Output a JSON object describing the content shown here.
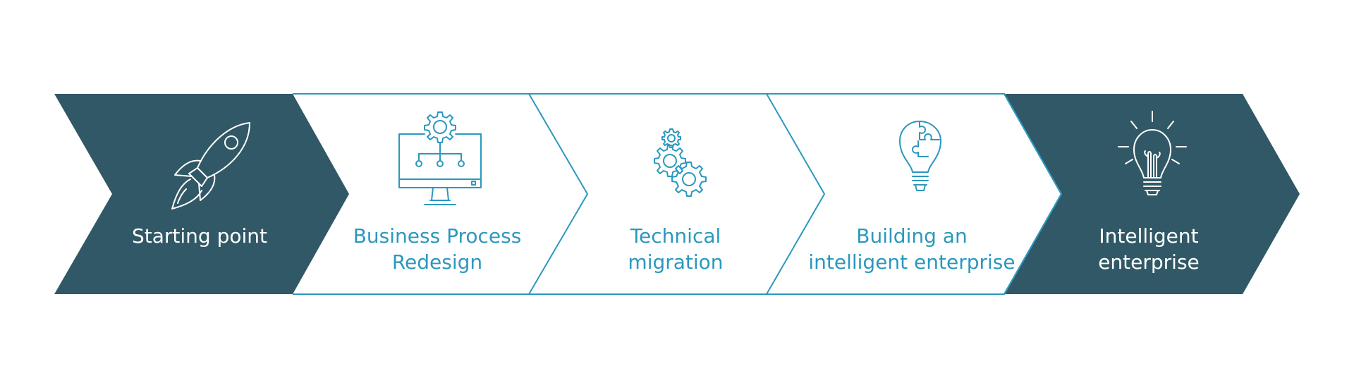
{
  "colors": {
    "dark": "#315866",
    "accent": "#2b98be",
    "light_text": "#ffffff",
    "background": "#ffffff"
  },
  "steps": [
    {
      "lines": [
        "Starting point"
      ],
      "icon": "rocket-icon",
      "style": "dark"
    },
    {
      "lines": [
        "Business Process",
        "Redesign"
      ],
      "icon": "monitor-gear-network-icon",
      "style": "outline"
    },
    {
      "lines": [
        "Technical",
        "migration"
      ],
      "icon": "gears-icon",
      "style": "outline"
    },
    {
      "lines": [
        "Building an",
        "intelligent enterprise"
      ],
      "icon": "lightbulb-puzzle-icon",
      "style": "outline"
    },
    {
      "lines": [
        "Intelligent",
        "enterprise"
      ],
      "icon": "lightbulb-icon",
      "style": "dark"
    }
  ]
}
